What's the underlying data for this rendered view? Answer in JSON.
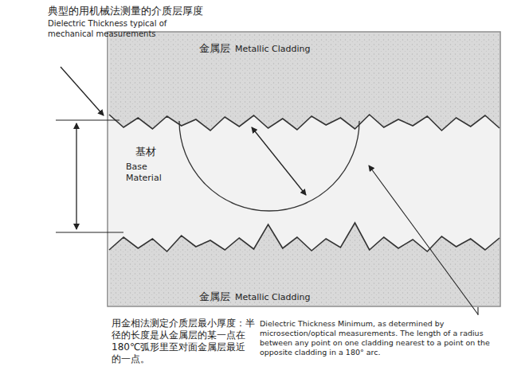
{
  "diagram": {
    "nodes": [
      {
        "text": [
          "金属层",
          "Metallic Cladding"
        ]
      },
      {
        "text": [
          "金属层",
          "Metallic Cladding"
        ]
      }
    ],
    "labels": [
      "典型的用机械法测量的介质层厚度",
      "Dielectric Thickness typical of mechanical measurements",
      "基材",
      "Base Material",
      "用金相法测定介质层最小厚度：半径的长度是从金属层的某一点在180℃弧形里至对面金属层最近的一点。",
      "Dielectric Thickness Minimum, as determined by microsection/optical measurements. The length of a radius between any point on one cladding nearest to a point on the opposite cladding in a 180° arc."
    ]
  }
}
